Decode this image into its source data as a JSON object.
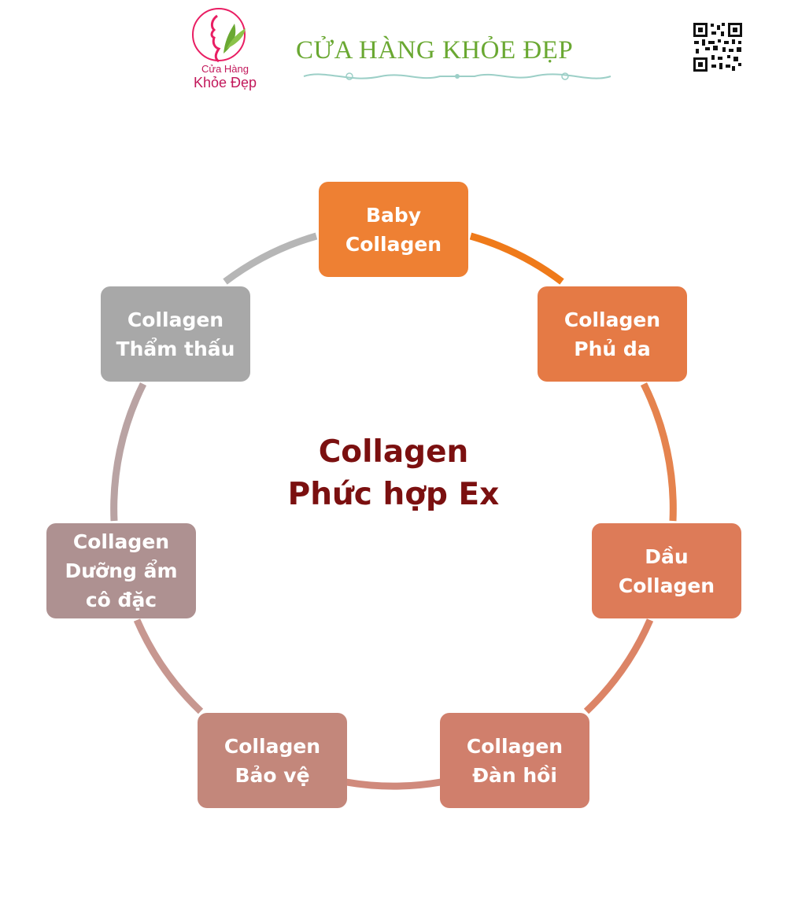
{
  "header": {
    "logo_line1": "Cửa Hàng",
    "logo_line2": "Khỏe Đẹp",
    "shop_title": "CỬA HÀNG KHỎE ĐẸP"
  },
  "diagram": {
    "center_title": "Collagen\nPhức hợp Ex",
    "nodes": [
      {
        "label": "Baby\nCollagen",
        "color": "#ee8033"
      },
      {
        "label": "Collagen\nPhủ da",
        "color": "#e57a45"
      },
      {
        "label": "Dầu\nCollagen",
        "color": "#dd7b58"
      },
      {
        "label": "Collagen\nĐàn hồi",
        "color": "#d07f6c"
      },
      {
        "label": "Collagen\nBảo vệ",
        "color": "#c3877b"
      },
      {
        "label": "Collagen\nDưỡng ẩm\ncô đặc",
        "color": "#ae9191"
      },
      {
        "label": "Collagen\nThẩm thấu",
        "color": "#a8a8a8"
      }
    ],
    "accent_colors": {
      "title": "#7b1010",
      "shop_title": "#6aa832",
      "logo": "#c2185b"
    }
  }
}
